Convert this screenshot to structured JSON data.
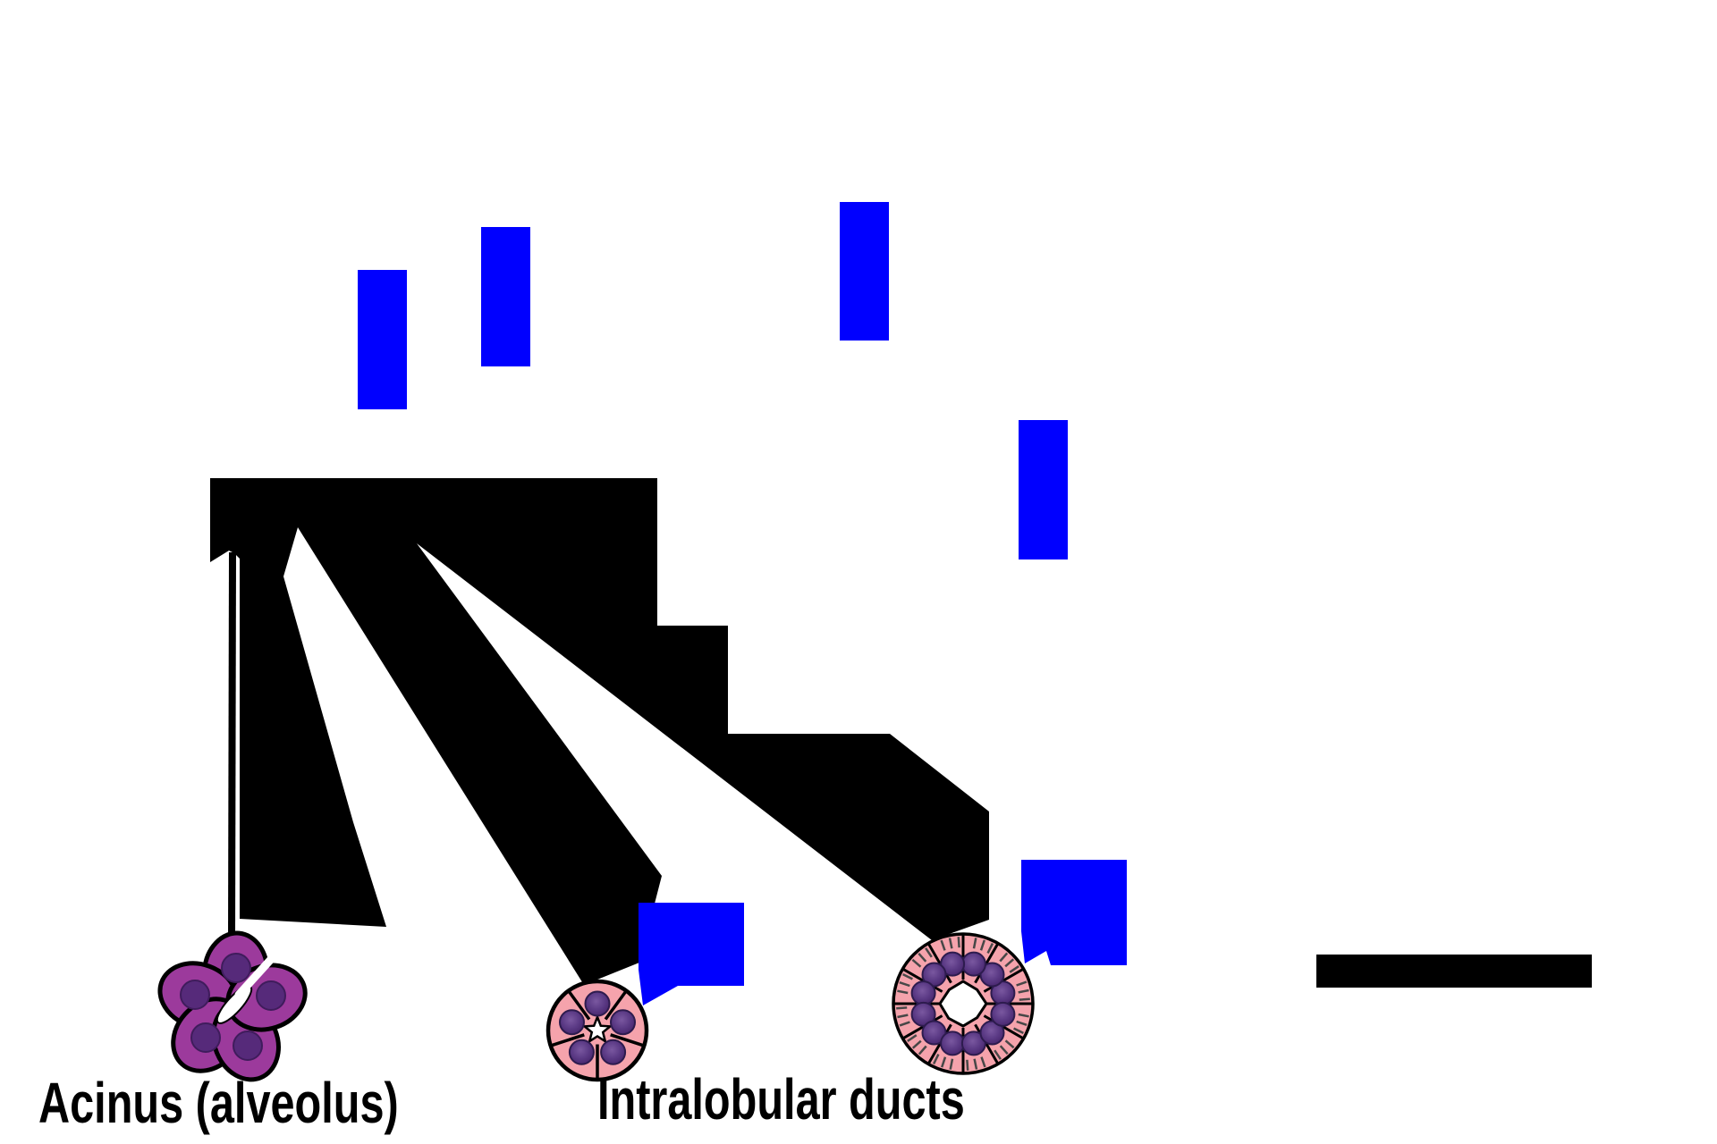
{
  "diagram": {
    "labels": {
      "acinus": "Acinus (alveolus)",
      "intralobular_ducts": "Intralobular ducts"
    },
    "colors": {
      "background": "#ffffff",
      "redaction_blue": "#0000ff",
      "silhouette_black": "#000000",
      "bar_black": "#000000",
      "acinus_cell_fill": "#9c3a9c",
      "acinus_nucleus": "#562a7a",
      "acinus_nucleus_stroke": "#3f1c5c",
      "duct_cell_fill": "#f5a3ac",
      "duct_outline": "#000000",
      "duct_nucleus_dark": "#46246b",
      "duct_nucleus_mid": "#5b3a85",
      "duct_nucleus_light": "#8a68b0",
      "duct_nucleus_stroke": "#2d1b4e",
      "striation_gray": "#474747",
      "lumen_white": "#ffffff"
    },
    "icons": {
      "acinus_figure": "acinus-cell-cluster-illustration",
      "small_duct_figure": "small-intralobular-duct-cross-section",
      "large_duct_figure": "large-intralobular-duct-cross-section",
      "redaction_boxes": "blue-answer-blank-rectangles",
      "callouts": "blue-callout-bubbles-with-tails",
      "bar": "black-redaction-bar"
    }
  }
}
